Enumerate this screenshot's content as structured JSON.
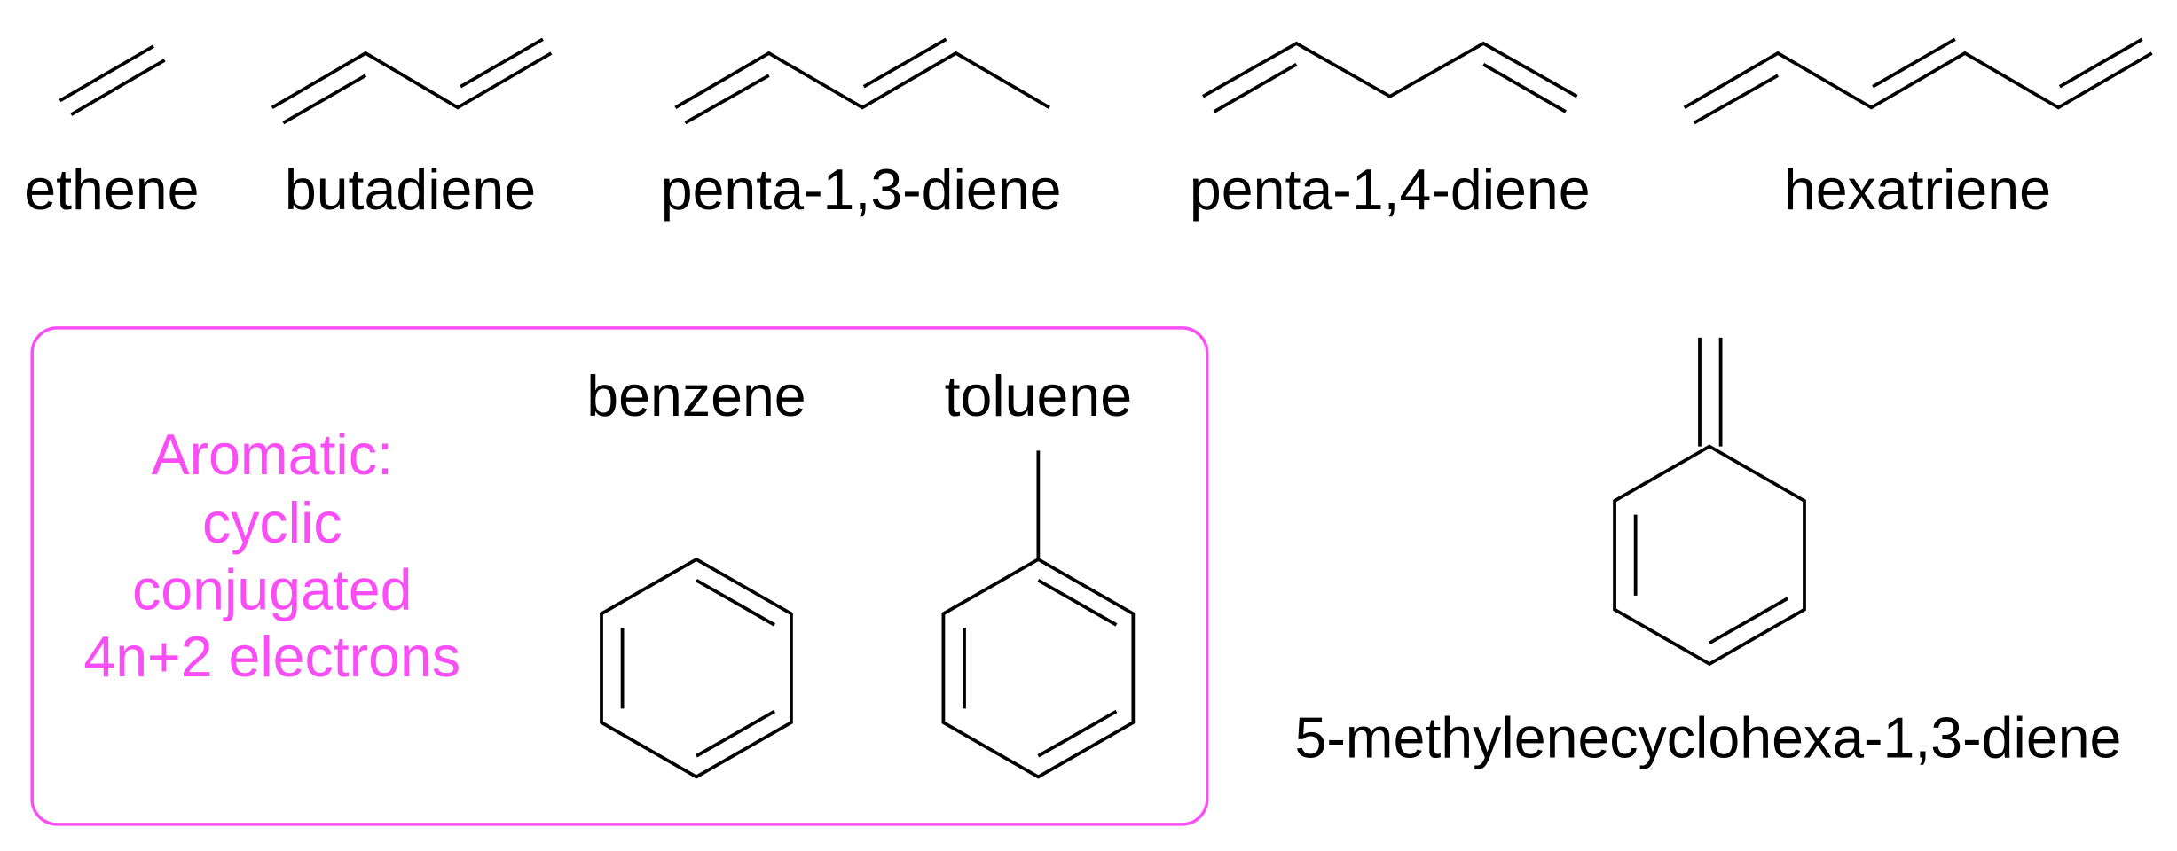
{
  "molecules": [
    {
      "name": "ethene"
    },
    {
      "name": "butadiene"
    },
    {
      "name": "penta-1,3-diene"
    },
    {
      "name": "penta-1,4-diene"
    },
    {
      "name": "hexatriene"
    },
    {
      "name": "benzene"
    },
    {
      "name": "toluene"
    },
    {
      "name": "5-methylenecyclohexa-1,3-diene"
    }
  ],
  "aromatic_box": {
    "lines": [
      "Aromatic:",
      "cyclic",
      "conjugated",
      "4n+2 electrons"
    ],
    "color": "#f94ef5"
  },
  "colors": {
    "bond": "#000000",
    "text": "#000000",
    "accent": "#f94ef5",
    "background": "#ffffff"
  }
}
